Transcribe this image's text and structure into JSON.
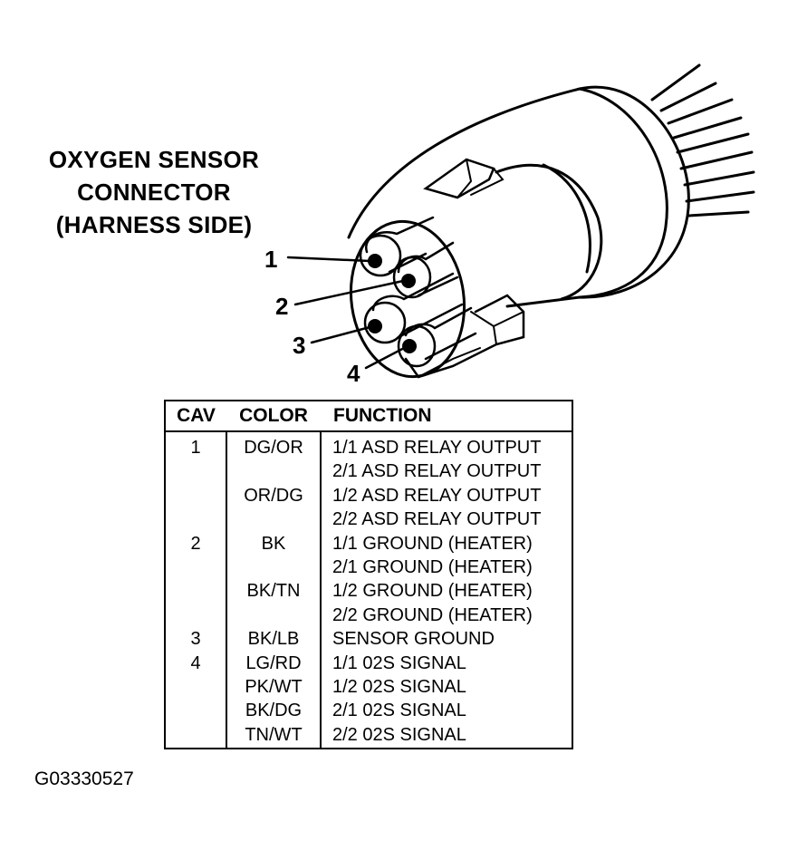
{
  "title": {
    "line1": "OXYGEN SENSOR",
    "line2": "CONNECTOR",
    "line3": "(HARNESS SIDE)"
  },
  "pin_labels": [
    "1",
    "2",
    "3",
    "4"
  ],
  "table": {
    "headers": {
      "cav": "CAV",
      "color": "COLOR",
      "function": "FUNCTION"
    },
    "rows": [
      {
        "cav": "1",
        "color": "DG/OR",
        "function": "1/1 ASD RELAY OUTPUT"
      },
      {
        "cav": "",
        "color": "",
        "function": "2/1 ASD RELAY OUTPUT"
      },
      {
        "cav": "",
        "color": "OR/DG",
        "function": "1/2 ASD RELAY OUTPUT"
      },
      {
        "cav": "",
        "color": "",
        "function": "2/2 ASD RELAY OUTPUT"
      },
      {
        "cav": "2",
        "color": "BK",
        "function": "1/1 GROUND (HEATER)"
      },
      {
        "cav": "",
        "color": "",
        "function": "2/1 GROUND (HEATER)"
      },
      {
        "cav": "",
        "color": "BK/TN",
        "function": "1/2 GROUND (HEATER)"
      },
      {
        "cav": "",
        "color": "",
        "function": "2/2 GROUND (HEATER)"
      },
      {
        "cav": "3",
        "color": "BK/LB",
        "function": "SENSOR GROUND"
      },
      {
        "cav": "4",
        "color": "LG/RD",
        "function": "1/1 02S SIGNAL"
      },
      {
        "cav": "",
        "color": "PK/WT",
        "function": "1/2 02S SIGNAL"
      },
      {
        "cav": "",
        "color": "BK/DG",
        "function": "2/1 02S SIGNAL"
      },
      {
        "cav": "",
        "color": "TN/WT",
        "function": "2/2 02S SIGNAL"
      }
    ]
  },
  "figure_id": "G03330527"
}
